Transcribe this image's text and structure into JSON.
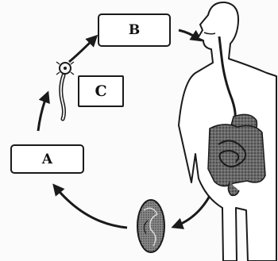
{
  "labels": {
    "a": "A",
    "b": "B",
    "c": "C"
  },
  "colors": {
    "ink": "#1a1a1a",
    "background": "#fbfbfb",
    "box_fill": "#ffffff"
  },
  "icons": {
    "larva": "hookworm-larva-icon",
    "egg": "parasite-egg-icon",
    "body": "human-digestive-system-icon"
  }
}
